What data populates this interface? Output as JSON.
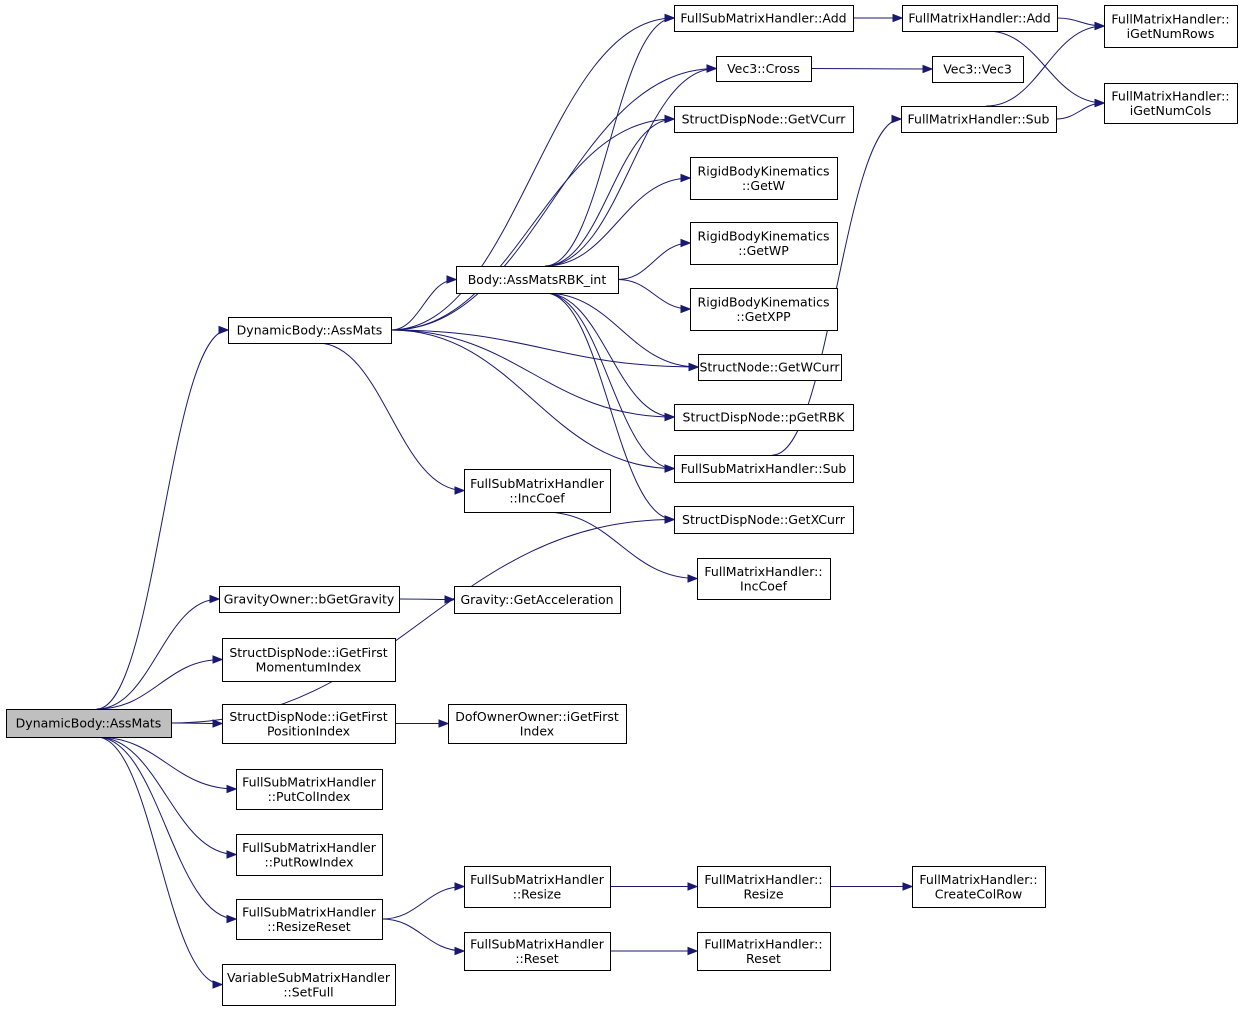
{
  "colors": {
    "edge": "#191970",
    "root_fill": "#bfbfbf",
    "node_fill": "#ffffff"
  },
  "nodes": {
    "dynbody_root": {
      "lines": [
        "DynamicBody::AssMats"
      ],
      "root": true
    },
    "dynbody_top": {
      "lines": [
        "DynamicBody::AssMats"
      ]
    },
    "body_rbk": {
      "lines": [
        "Body::AssMatsRBK_int"
      ]
    },
    "fsm_add": {
      "lines": [
        "FullSubMatrixHandler::Add"
      ]
    },
    "fm_add": {
      "lines": [
        "FullMatrixHandler::Add"
      ]
    },
    "fm_rows": {
      "lines": [
        "FullMatrixHandler::",
        "iGetNumRows"
      ]
    },
    "fm_cols": {
      "lines": [
        "FullMatrixHandler::",
        "iGetNumCols"
      ]
    },
    "vec3_cross": {
      "lines": [
        "Vec3::Cross"
      ]
    },
    "vec3_vec3": {
      "lines": [
        "Vec3::Vec3"
      ]
    },
    "fm_sub": {
      "lines": [
        "FullMatrixHandler::Sub"
      ]
    },
    "sdn_getvcurr": {
      "lines": [
        "StructDispNode::GetVCurr"
      ]
    },
    "rbk_getw": {
      "lines": [
        "RigidBodyKinematics",
        "::GetW"
      ]
    },
    "rbk_getwp": {
      "lines": [
        "RigidBodyKinematics",
        "::GetWP"
      ]
    },
    "rbk_getxpp": {
      "lines": [
        "RigidBodyKinematics",
        "::GetXPP"
      ]
    },
    "sn_getwcurr": {
      "lines": [
        "StructNode::GetWCurr"
      ]
    },
    "sdn_pgetrbk": {
      "lines": [
        "StructDispNode::pGetRBK"
      ]
    },
    "fsm_sub": {
      "lines": [
        "FullSubMatrixHandler::Sub"
      ]
    },
    "fsm_inccoef": {
      "lines": [
        "FullSubMatrixHandler",
        "::IncCoef"
      ]
    },
    "sdn_getxcurr": {
      "lines": [
        "StructDispNode::GetXCurr"
      ]
    },
    "fm_inccoef": {
      "lines": [
        "FullMatrixHandler::",
        "IncCoef"
      ]
    },
    "go_bgetgravity": {
      "lines": [
        "GravityOwner::bGetGravity"
      ]
    },
    "grav_getacc": {
      "lines": [
        "Gravity::GetAcceleration"
      ]
    },
    "sdn_firstmom": {
      "lines": [
        "StructDispNode::iGetFirst",
        "MomentumIndex"
      ]
    },
    "sdn_firstpos": {
      "lines": [
        "StructDispNode::iGetFirst",
        "PositionIndex"
      ]
    },
    "doo_firstidx": {
      "lines": [
        "DofOwnerOwner::iGetFirst",
        "Index"
      ]
    },
    "fsm_putcol": {
      "lines": [
        "FullSubMatrixHandler",
        "::PutColIndex"
      ]
    },
    "fsm_putrow": {
      "lines": [
        "FullSubMatrixHandler",
        "::PutRowIndex"
      ]
    },
    "fsm_resizereset": {
      "lines": [
        "FullSubMatrixHandler",
        "::ResizeReset"
      ]
    },
    "fsm_resize": {
      "lines": [
        "FullSubMatrixHandler",
        "::Resize"
      ]
    },
    "fm_resize": {
      "lines": [
        "FullMatrixHandler::",
        "Resize"
      ]
    },
    "fm_createcolrow": {
      "lines": [
        "FullMatrixHandler::",
        "CreateColRow"
      ]
    },
    "fsm_reset": {
      "lines": [
        "FullSubMatrixHandler",
        "::Reset"
      ]
    },
    "fm_reset": {
      "lines": [
        "FullMatrixHandler::",
        "Reset"
      ]
    },
    "vsm_setfull": {
      "lines": [
        "VariableSubMatrixHandler",
        "::SetFull"
      ]
    }
  },
  "edges": [
    [
      "dynbody_root",
      "dynbody_top"
    ],
    [
      "dynbody_root",
      "sdn_getxcurr"
    ],
    [
      "dynbody_root",
      "go_bgetgravity"
    ],
    [
      "dynbody_root",
      "sdn_firstmom"
    ],
    [
      "dynbody_root",
      "sdn_firstpos"
    ],
    [
      "dynbody_root",
      "fsm_putcol"
    ],
    [
      "dynbody_root",
      "fsm_putrow"
    ],
    [
      "dynbody_root",
      "fsm_resizereset"
    ],
    [
      "dynbody_root",
      "vsm_setfull"
    ],
    [
      "dynbody_top",
      "fsm_add"
    ],
    [
      "dynbody_top",
      "vec3_cross"
    ],
    [
      "dynbody_top",
      "sdn_getvcurr"
    ],
    [
      "dynbody_top",
      "body_rbk"
    ],
    [
      "dynbody_top",
      "sn_getwcurr"
    ],
    [
      "dynbody_top",
      "sdn_pgetrbk"
    ],
    [
      "dynbody_top",
      "fsm_sub"
    ],
    [
      "dynbody_top",
      "fsm_inccoef"
    ],
    [
      "body_rbk",
      "fsm_add"
    ],
    [
      "body_rbk",
      "vec3_cross"
    ],
    [
      "body_rbk",
      "sdn_getvcurr"
    ],
    [
      "body_rbk",
      "rbk_getw"
    ],
    [
      "body_rbk",
      "rbk_getwp"
    ],
    [
      "body_rbk",
      "rbk_getxpp"
    ],
    [
      "body_rbk",
      "sn_getwcurr"
    ],
    [
      "body_rbk",
      "sdn_pgetrbk"
    ],
    [
      "body_rbk",
      "fsm_sub"
    ],
    [
      "body_rbk",
      "sdn_getxcurr"
    ],
    [
      "fsm_add",
      "fm_add"
    ],
    [
      "fm_add",
      "fm_rows"
    ],
    [
      "fm_add",
      "fm_cols"
    ],
    [
      "vec3_cross",
      "vec3_vec3"
    ],
    [
      "fm_sub",
      "fm_rows"
    ],
    [
      "fm_sub",
      "fm_cols"
    ],
    [
      "fsm_sub",
      "fm_sub"
    ],
    [
      "fsm_inccoef",
      "fm_inccoef"
    ],
    [
      "go_bgetgravity",
      "grav_getacc"
    ],
    [
      "sdn_firstpos",
      "doo_firstidx"
    ],
    [
      "fsm_resizereset",
      "fsm_resize"
    ],
    [
      "fsm_resizereset",
      "fsm_reset"
    ],
    [
      "fsm_resize",
      "fm_resize"
    ],
    [
      "fm_resize",
      "fm_createcolrow"
    ],
    [
      "fsm_reset",
      "fm_reset"
    ]
  ]
}
